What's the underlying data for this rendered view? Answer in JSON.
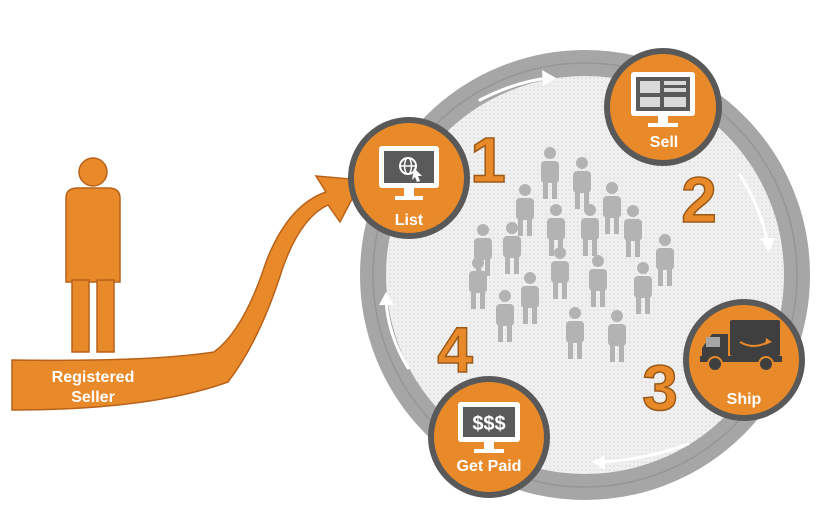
{
  "seller": {
    "label_line1": "Registered",
    "label_line2": "Seller"
  },
  "steps": [
    {
      "number": "1",
      "label": "List",
      "icon": "monitor-globe-cursor-icon"
    },
    {
      "number": "2",
      "label": "Sell",
      "icon": "monitor-webpage-icon"
    },
    {
      "number": "3",
      "label": "Ship",
      "icon": "delivery-truck-icon"
    },
    {
      "number": "4",
      "label": "Get Paid",
      "icon": "monitor-dollar-icon"
    }
  ],
  "money_glyph": "$$$",
  "colors": {
    "orange": "#e98a2a",
    "orange_dark": "#b8621a",
    "ring_gray": "#a6a6a6",
    "ring_light": "#e6e6e6",
    "crowd_gray": "#b3b3b3",
    "text_white": "#ffffff"
  }
}
